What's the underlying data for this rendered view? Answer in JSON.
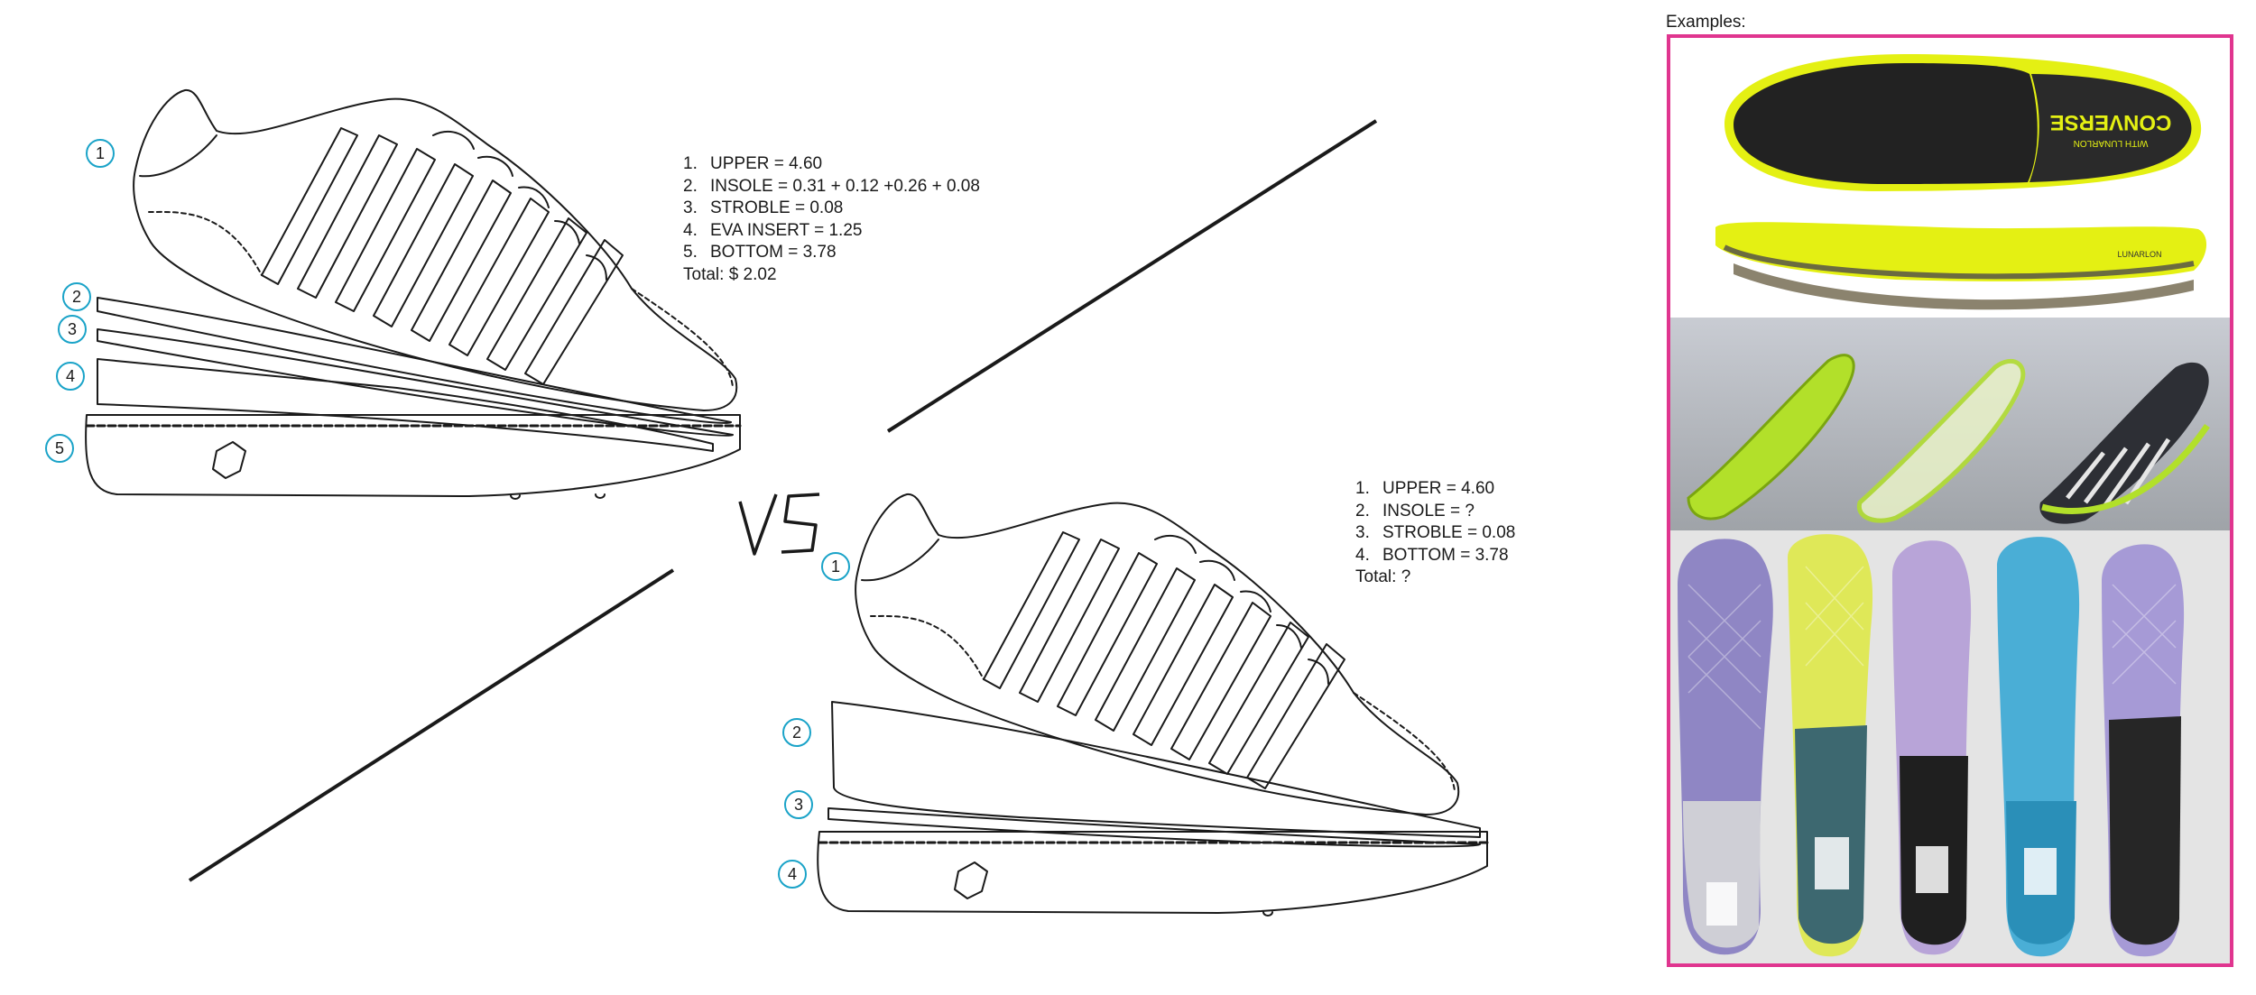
{
  "comparison_label": "VS",
  "shoe_a": {
    "callouts": [
      "1",
      "2",
      "3",
      "4",
      "5"
    ],
    "cost_items": [
      {
        "num": "1.",
        "text": "UPPER = 4.60"
      },
      {
        "num": "2.",
        "text": "INSOLE = 0.31 + 0.12 +0.26 + 0.08"
      },
      {
        "num": "3.",
        "text": "STROBLE = 0.08"
      },
      {
        "num": "4.",
        "text": "EVA INSERT = 1.25"
      },
      {
        "num": "5.",
        "text": "BOTTOM = 3.78"
      }
    ],
    "total": "Total: $ 2.02"
  },
  "shoe_b": {
    "callouts": [
      "1",
      "2",
      "3",
      "4"
    ],
    "cost_items": [
      {
        "num": "1.",
        "text": "UPPER = 4.60"
      },
      {
        "num": "2.",
        "text": "INSOLE = ?"
      },
      {
        "num": "3.",
        "text": "STROBLE = 0.08"
      },
      {
        "num": "4.",
        "text": "BOTTOM = 3.78"
      }
    ],
    "total": "Total: ?"
  },
  "examples": {
    "label": "Examples:",
    "insole_brand_text": "CONVERSE",
    "insole_sub_text": "WITH LUNARLON",
    "insole_side_text": "LUNARLON",
    "frame_color": "#e0358f"
  },
  "colors": {
    "callout_ring": "#1aa3c8",
    "line_art": "#1a1a1a",
    "insole_yellow": "#e4f013",
    "insole_black": "#222222"
  }
}
